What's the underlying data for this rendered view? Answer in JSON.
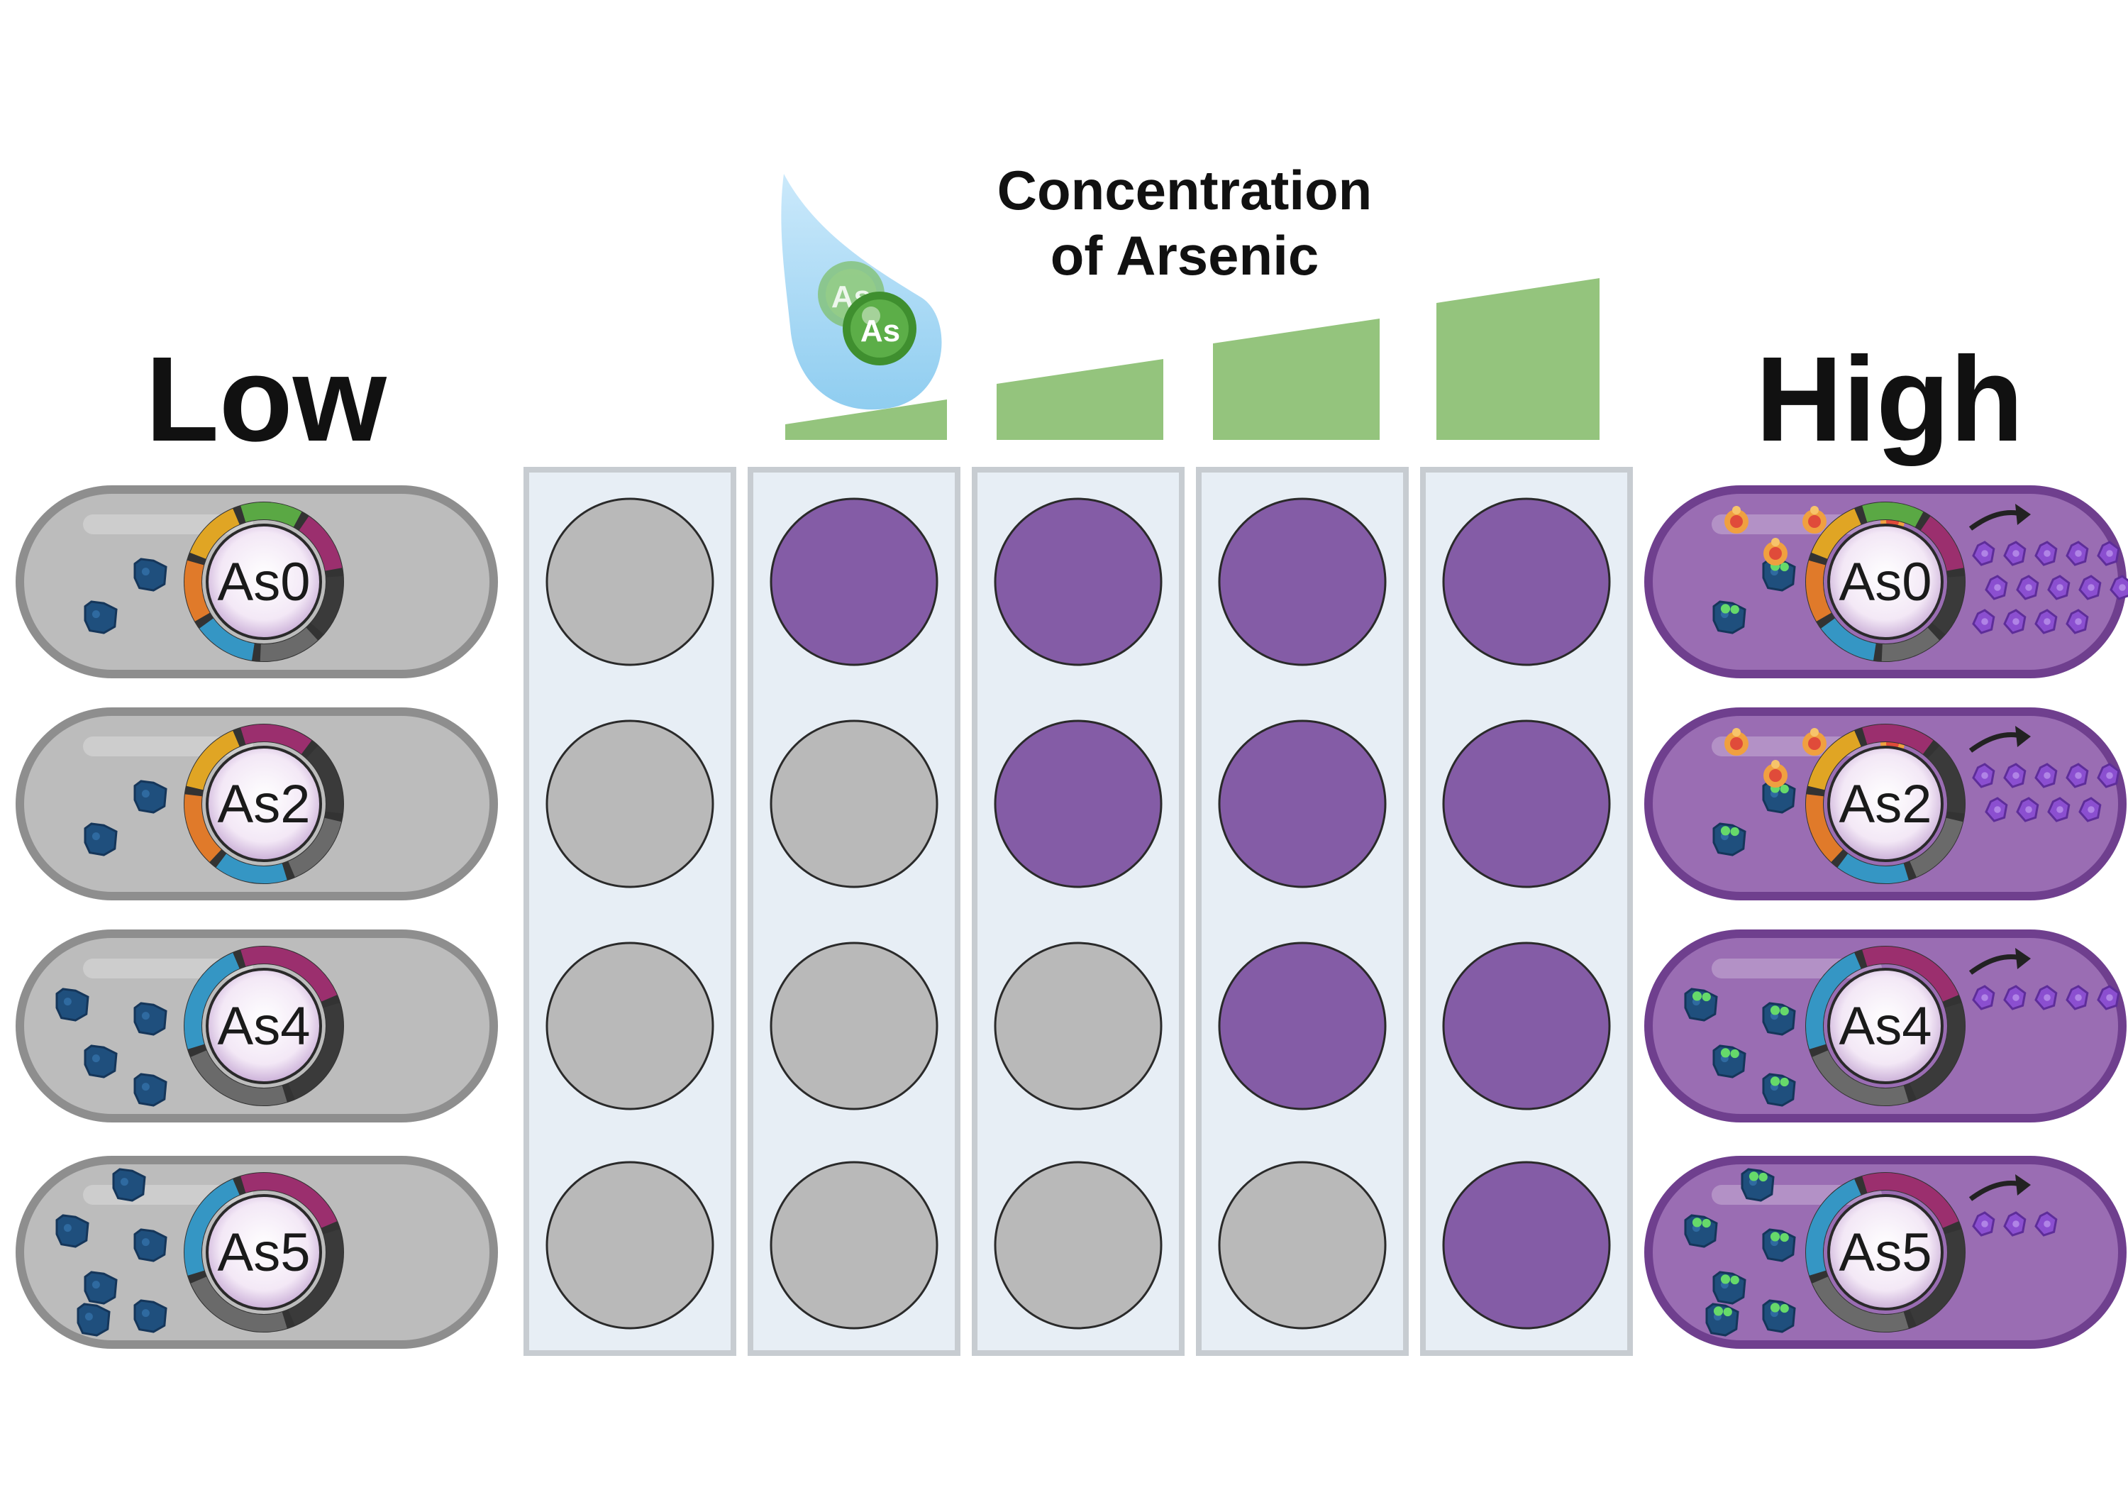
{
  "title": {
    "line1": "Concentration",
    "line2": "of Arsenic"
  },
  "labels": {
    "low": "Low",
    "high": "High"
  },
  "droplet": {
    "molecule_1": "As",
    "molecule_2": "As"
  },
  "colors": {
    "purple": "#845ca6",
    "gray": "#b9b9b9",
    "green": "#94c47d",
    "droplet": "#a9d7f2",
    "plate": "#e7eef5",
    "cell_gray": "#bcbcbc",
    "cell_purple": "#9a6db3"
  },
  "plasmids": [
    "As0",
    "As2",
    "As4",
    "As5"
  ],
  "concentration_levels": [
    1,
    2,
    3,
    4
  ],
  "wells": [
    [
      "gray",
      "purple",
      "purple",
      "purple",
      "purple"
    ],
    [
      "gray",
      "gray",
      "purple",
      "purple",
      "purple"
    ],
    [
      "gray",
      "gray",
      "gray",
      "purple",
      "purple"
    ],
    [
      "gray",
      "gray",
      "gray",
      "gray",
      "purple"
    ]
  ]
}
